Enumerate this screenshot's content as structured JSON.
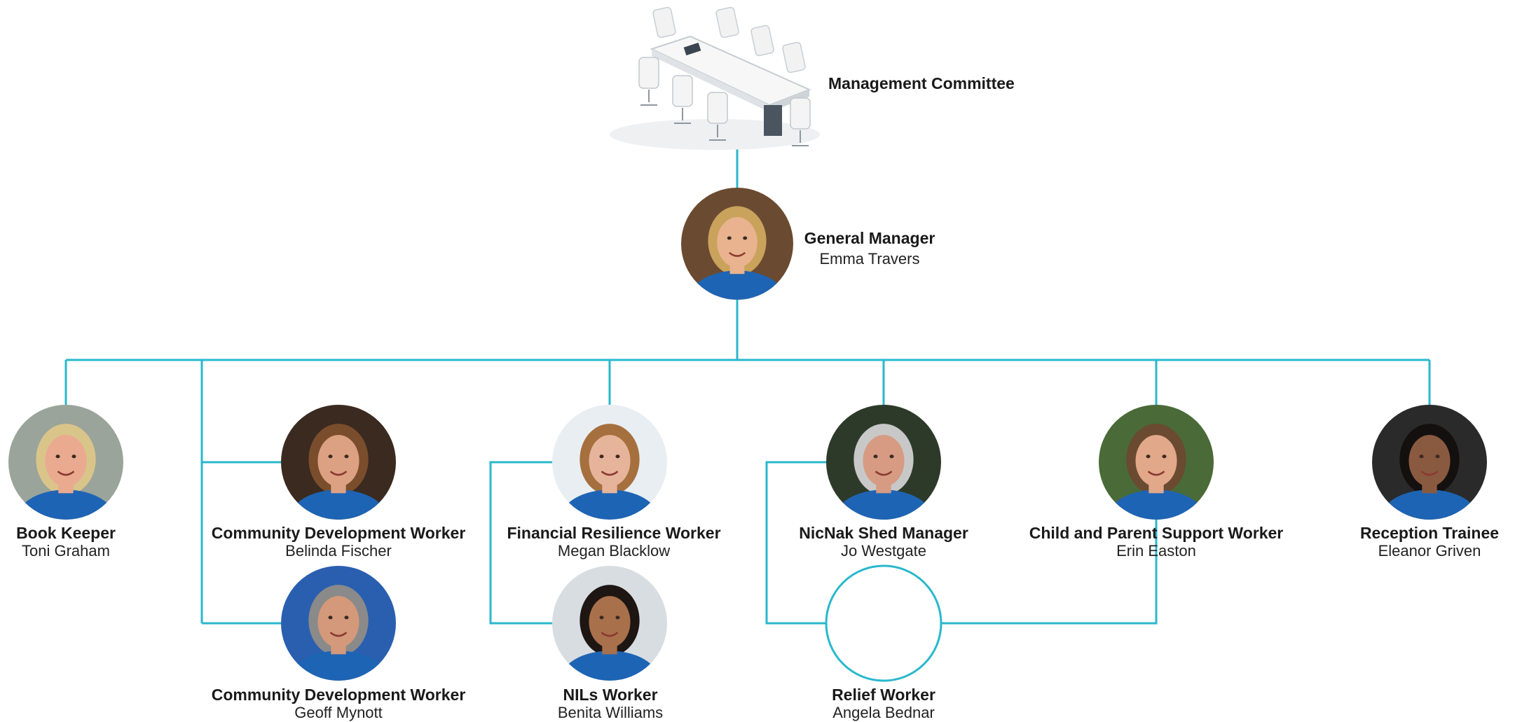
{
  "committee": {
    "label": "Management Committee",
    "icon": "boardroom-table-icon"
  },
  "colors": {
    "line": "#29b8cc",
    "text": "#1a1a1a",
    "uniform": "#1e64b4"
  },
  "general_manager": {
    "role": "General Manager",
    "name": "Emma Travers",
    "hair": "#c9a25c",
    "skin": "#e8b38e",
    "bg": "#6b4a32"
  },
  "staff": [
    {
      "id": "toni",
      "role": "Book Keeper",
      "name": "Toni Graham",
      "hair": "#d9c48a",
      "skin": "#e9aa90",
      "bg": "#9aa49a"
    },
    {
      "id": "belinda",
      "role": "Community Development Worker",
      "name": "Belinda Fischer",
      "hair": "#7a4d2c",
      "skin": "#dca183",
      "bg": "#3a2a20"
    },
    {
      "id": "geoff",
      "role": "Community Development Worker",
      "name": "Geoff Mynott",
      "hair": "#8a8a8a",
      "skin": "#d4987a",
      "bg": "#2a5fb0"
    },
    {
      "id": "megan",
      "role": "Financial Resilience Worker",
      "name": "Megan Blacklow",
      "hair": "#a5703e",
      "skin": "#e6b49a",
      "bg": "#e9eef2"
    },
    {
      "id": "benita",
      "role": "NILs Worker",
      "name": "Benita Williams",
      "hair": "#1d1612",
      "skin": "#a9704c",
      "bg": "#d8dde2"
    },
    {
      "id": "jo",
      "role": "NicNak Shed Manager",
      "name": "Jo Westgate",
      "hair": "#c8c8c8",
      "skin": "#d69b82",
      "bg": "#2d3a2a"
    },
    {
      "id": "angela",
      "role": "Relief Worker",
      "name": "Angela Bednar",
      "empty": true
    },
    {
      "id": "erin",
      "role": "Child and Parent Support Worker",
      "name": "Erin Easton",
      "hair": "#6a4a30",
      "skin": "#e2a88a",
      "bg": "#4a6a38"
    },
    {
      "id": "eleanor",
      "role": "Reception Trainee",
      "name": "Eleanor Griven",
      "hair": "#141010",
      "skin": "#8a5a40",
      "bg": "#2a2a2a"
    }
  ]
}
